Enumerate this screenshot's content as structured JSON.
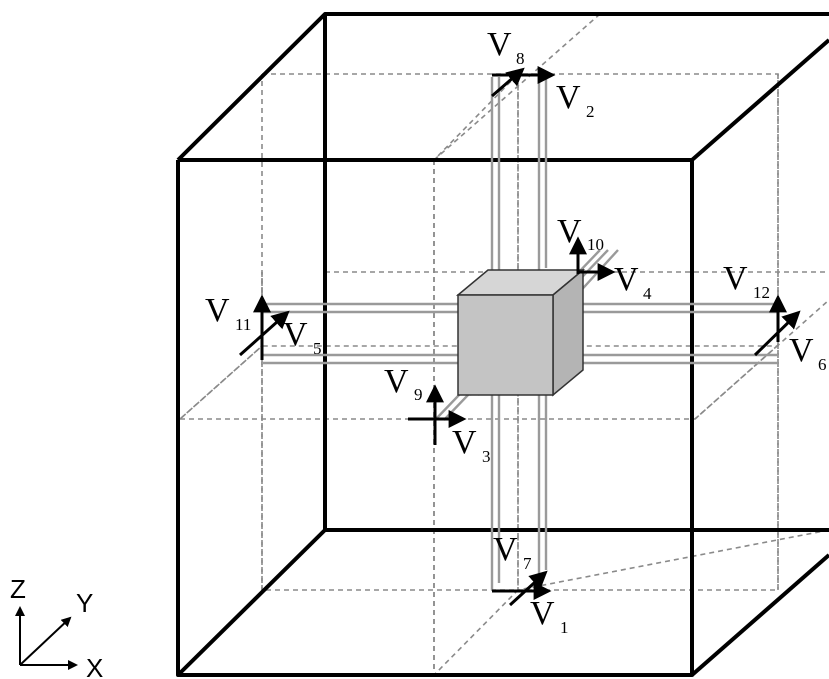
{
  "labels": [
    {
      "id": "v1",
      "main": "V",
      "sub": "1"
    },
    {
      "id": "v2",
      "main": "V",
      "sub": "2"
    },
    {
      "id": "v3",
      "main": "V",
      "sub": "3"
    },
    {
      "id": "v4",
      "main": "V",
      "sub": "4"
    },
    {
      "id": "v5",
      "main": "V",
      "sub": "5"
    },
    {
      "id": "v6",
      "main": "V",
      "sub": "6"
    },
    {
      "id": "v7",
      "main": "V",
      "sub": "7"
    },
    {
      "id": "v8",
      "main": "V",
      "sub": "8"
    },
    {
      "id": "v9",
      "main": "V",
      "sub": "9"
    },
    {
      "id": "v10",
      "main": "V",
      "sub": "10"
    },
    {
      "id": "v11",
      "main": "V",
      "sub": "11"
    },
    {
      "id": "v12",
      "main": "V",
      "sub": "12"
    }
  ],
  "axes": {
    "x": "X",
    "y": "Y",
    "z": "Z"
  },
  "colors": {
    "cube_fill": "#c4c4c4",
    "cube_top": "#d6d6d6",
    "cube_side": "#b4b4b4",
    "edge": "#000000",
    "dashed": "#8a8a8a",
    "bar": "#9a9a9a"
  }
}
